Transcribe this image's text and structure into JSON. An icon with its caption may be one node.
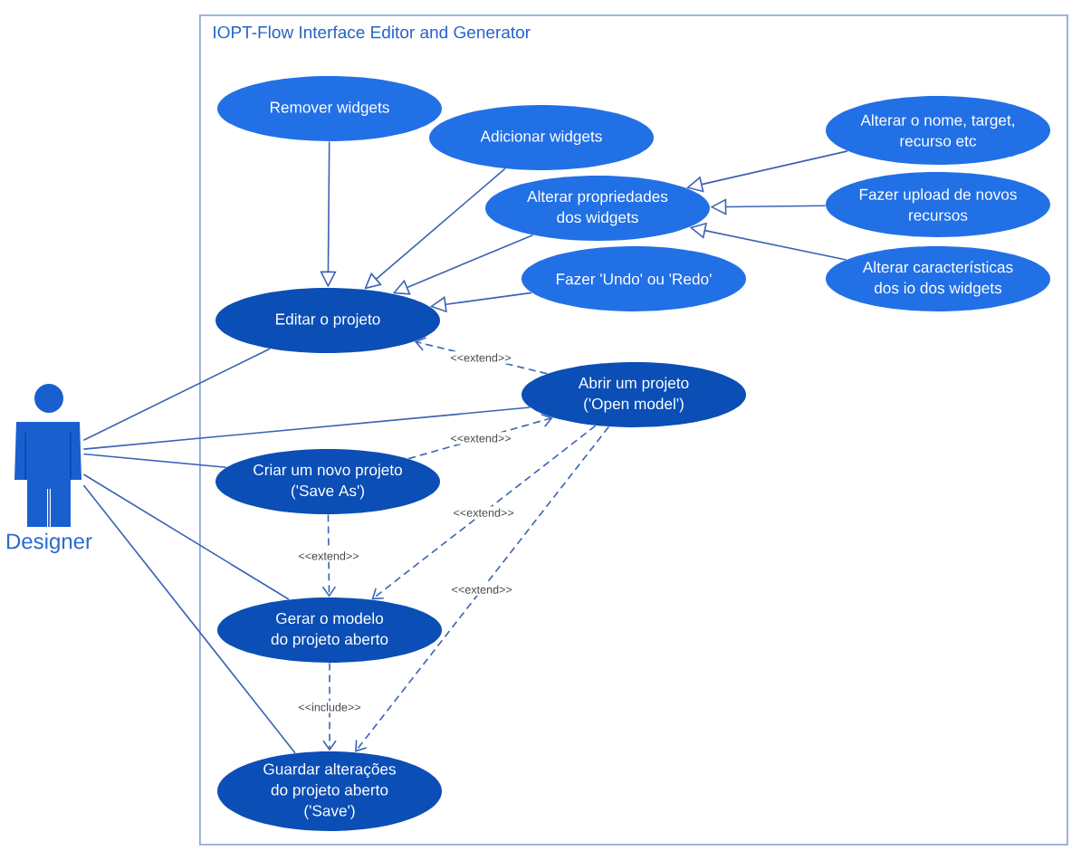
{
  "diagram": {
    "nodes": [
      {
        "text": [
          "IOPT-Flow Interface Editor and Generator"
        ]
      },
      {
        "text": [
          "Remover widgets"
        ],
        "in": 0
      },
      {
        "text": [
          "Adicionar widgets"
        ],
        "in": 0
      },
      {
        "text": [
          "Alterar propriedades dos widgets"
        ],
        "in": 0
      },
      {
        "text": [
          "Alterar o nome, target, recurso etc"
        ],
        "in": 0
      },
      {
        "text": [
          "Fazer upload de novos recursos"
        ],
        "in": 0
      },
      {
        "text": [
          "Alterar características dos io dos widgets"
        ],
        "in": 0
      },
      {
        "text": [
          "Fazer 'Undo' ou 'Redo'"
        ],
        "in": 0
      },
      {
        "text": [
          "Editar o projeto"
        ],
        "in": 0
      },
      {
        "text": [
          "Abrir um projeto ('Open model')"
        ],
        "in": 0
      },
      {
        "text": [
          "Criar um novo projeto ('Save As')"
        ],
        "in": 0
      },
      {
        "text": [
          "Gerar o modelo do projeto aberto"
        ],
        "in": 0
      },
      {
        "text": [
          "Guardar alterações do projeto aberto ('Save')"
        ],
        "in": 0
      },
      {
        "text": [
          "Designer"
        ]
      }
    ],
    "edges": [
      {
        "from": 1,
        "to": 8,
        "arrow": "to"
      },
      {
        "from": 2,
        "to": 8,
        "arrow": "to"
      },
      {
        "from": 3,
        "to": 8,
        "arrow": "to"
      },
      {
        "from": 7,
        "to": 8,
        "arrow": "to"
      },
      {
        "from": 4,
        "to": 3,
        "arrow": "to"
      },
      {
        "from": 5,
        "to": 3,
        "arrow": "to"
      },
      {
        "from": 6,
        "to": 3,
        "arrow": "to"
      },
      {
        "from": 13,
        "to": 8,
        "arrow": "none"
      },
      {
        "from": 13,
        "to": 9,
        "arrow": "none"
      },
      {
        "from": 13,
        "to": 10,
        "arrow": "none"
      },
      {
        "from": 13,
        "to": 11,
        "arrow": "none"
      },
      {
        "from": 13,
        "to": 12,
        "arrow": "none"
      },
      {
        "from": 9,
        "to": 8,
        "arrow": "to",
        "label": "<<extend>>",
        "style": "dashed"
      },
      {
        "from": 10,
        "to": 9,
        "arrow": "to",
        "label": "<<extend>>",
        "style": "dashed"
      },
      {
        "from": 10,
        "to": 11,
        "arrow": "to",
        "label": "<<extend>>",
        "style": "dashed"
      },
      {
        "from": 9,
        "to": 11,
        "arrow": "to",
        "label": "<<extend>>",
        "style": "dashed"
      },
      {
        "from": 9,
        "to": 12,
        "arrow": "to",
        "label": "<<extend>>",
        "style": "dashed"
      },
      {
        "from": 11,
        "to": 12,
        "arrow": "to",
        "label": "<<include>>",
        "style": "dashed"
      }
    ]
  }
}
